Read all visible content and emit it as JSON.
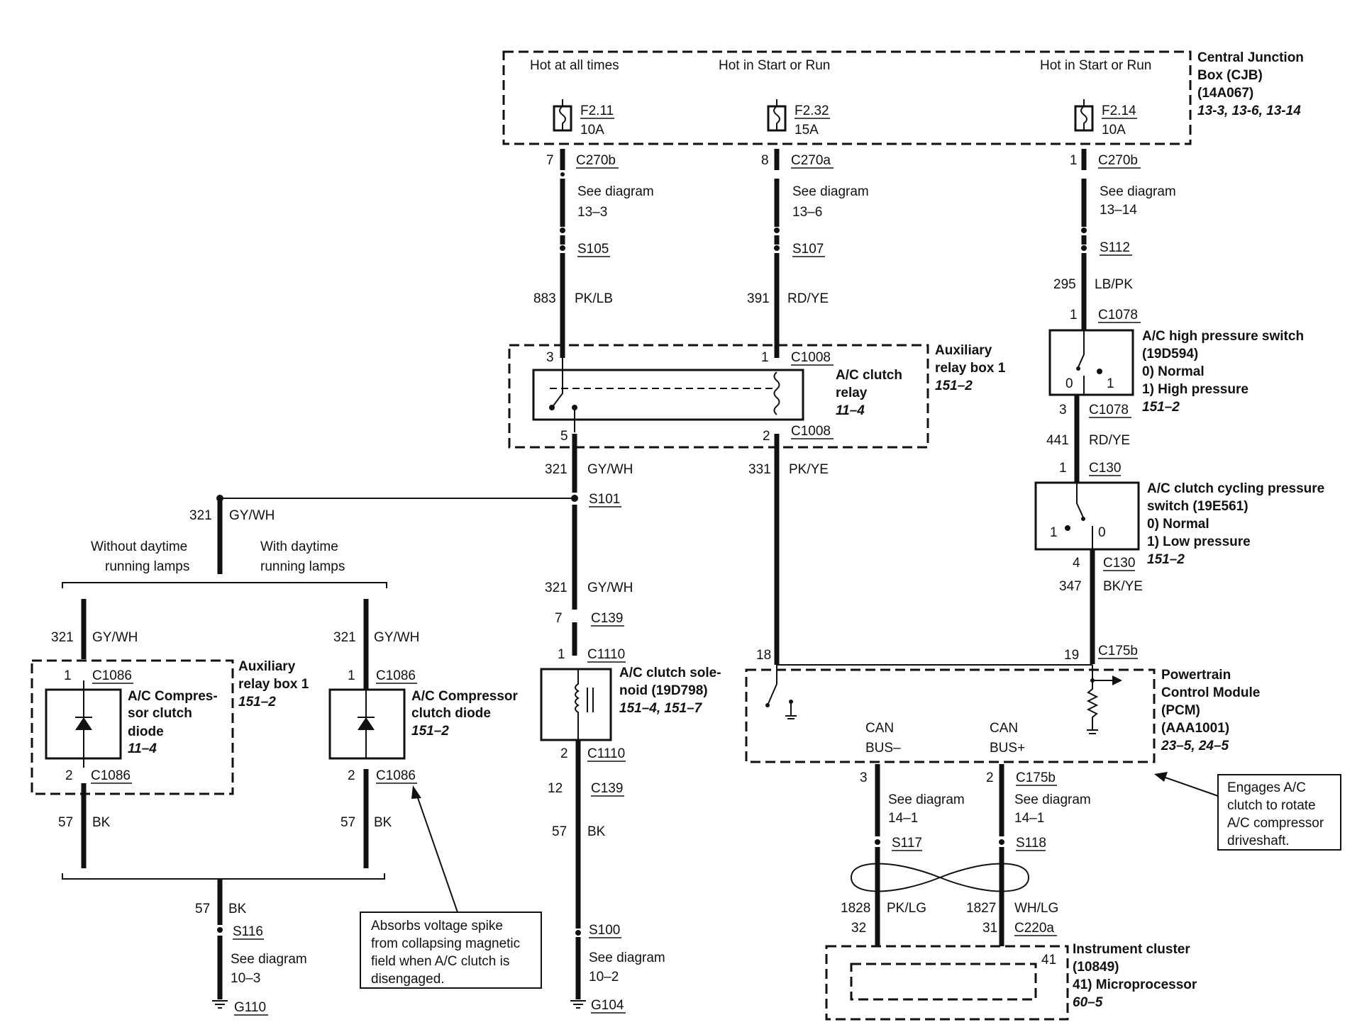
{
  "cjb": {
    "t1": "Central Junction",
    "t2": "Box (CJB)",
    "t3": "(14A067)",
    "t4": "13-3, 13-6, 13-14"
  },
  "supply": [
    "Hot at all times",
    "Hot in Start or Run",
    "Hot in Start or Run"
  ],
  "fuses": [
    {
      "id": "F2.11",
      "amp": "10A"
    },
    {
      "id": "F2.32",
      "amp": "15A"
    },
    {
      "id": "F2.14",
      "amp": "10A"
    }
  ],
  "col1": {
    "pin": "7",
    "conn": "C270b",
    "see1": "See diagram",
    "see2": "13–3",
    "splice": "S105",
    "circ": "883",
    "color": "PK/LB"
  },
  "col2": {
    "pin": "8",
    "conn": "C270a",
    "see1": "See diagram",
    "see2": "13–6",
    "splice": "S107",
    "circ": "391",
    "color": "RD/YE"
  },
  "col3": {
    "pin": "1",
    "conn": "C270b",
    "see1": "See diagram",
    "see2": "13–14",
    "splice": "S112",
    "circ": "295",
    "color": "LB/PK"
  },
  "relaybox": {
    "pin3": "3",
    "pin1": "1",
    "conn_top": "C1008",
    "pin5": "5",
    "pin2": "2",
    "conn_bot": "C1008",
    "relay1": "A/C clutch",
    "relay2": "relay",
    "relay3": "11–4",
    "box1": "Auxiliary",
    "box2": "relay box 1",
    "box3": "151–2"
  },
  "hps": {
    "pin1": "1",
    "conn1": "C1078",
    "t1": "A/C high pressure switch",
    "t2": "(19D594)",
    "s0": "0)    Normal",
    "s1": "1)    High pressure",
    "ref": "151–2",
    "p0": "0",
    "p1": "1",
    "pin3": "3",
    "conn3": "C1078",
    "circ": "441",
    "color": "RD/YE"
  },
  "cps": {
    "pin1": "1",
    "conn1": "C130",
    "t1": "A/C clutch cycling pressure",
    "t2": "switch (19E561)",
    "s0": "0)    Normal",
    "s1": "1)    Low pressure",
    "ref": "151–2",
    "p0": "0",
    "p1": "1",
    "pin4": "4",
    "conn4": "C130",
    "circ": "347",
    "color": "BK/YE"
  },
  "pcm": {
    "pin18": "18",
    "pin19": "19",
    "conn": "C175b",
    "t1": "Powertrain",
    "t2": "Control Module",
    "t3": "(PCM)",
    "t4": "(AAA1001)",
    "t5": "23–5, 24–5",
    "can1": "CAN",
    "can1b": "BUS–",
    "can2": "CAN",
    "can2b": "BUS+"
  },
  "can": {
    "pin3": "3",
    "pin2": "2",
    "conn": "C175b",
    "seeA1": "See diagram",
    "seeA2": "14–1",
    "seeB1": "See diagram",
    "seeB2": "14–1",
    "spA": "S117",
    "spB": "S118",
    "circA": "1828",
    "colA": "PK/LG",
    "circB": "1827",
    "colB": "WH/LG",
    "pinA": "32",
    "pinB": "31",
    "conn2": "C220a"
  },
  "ic": {
    "t1": "Instrument cluster",
    "t2": "(10849)",
    "t3": "41) Microprocessor",
    "t4": "60–5",
    "pin": "41"
  },
  "note_pcm": [
    "Engages A/C",
    "clutch to rotate",
    "A/C compressor",
    "driveshaft."
  ],
  "mid": {
    "circ321": "321",
    "color321": "GY/WH",
    "splice": "S101",
    "circ331": "331",
    "color331": "PK/YE"
  },
  "sol": {
    "circ": "321",
    "color": "GY/WH",
    "pin7": "7",
    "conn139": "C139",
    "pin1": "1",
    "conn1110": "C1110",
    "t1": "A/C clutch sole-",
    "t2": "noid (19D798)",
    "t3": "151–4, 151–7",
    "pin2": "2",
    "conn1110b": "C1110",
    "pin12": "12",
    "conn139b": "C139",
    "circ57": "57",
    "color57": "BK",
    "splice": "S100",
    "see1": "See diagram",
    "see2": "10–2",
    "ground": "G104"
  },
  "left": {
    "circ": "321",
    "color": "GY/WH",
    "opt1a": "Without daytime",
    "opt1b": "running lamps",
    "opt2a": "With daytime",
    "opt2b": "running lamps"
  },
  "diodeA": {
    "circ": "321",
    "color": "GY/WH",
    "pin1": "1",
    "conn": "C1086",
    "t1": "A/C Compres-",
    "t2": "sor clutch",
    "t3": "diode",
    "t4": "11–4",
    "box1": "Auxiliary",
    "box2": "relay box 1",
    "box3": "151–2",
    "pin2": "2",
    "conn2": "C1086",
    "circ57": "57",
    "color57": "BK"
  },
  "diodeB": {
    "circ": "321",
    "color": "GY/WH",
    "pin1": "1",
    "conn": "C1086",
    "t1": "A/C Compressor",
    "t2": "clutch diode",
    "t3": "151–2",
    "pin2": "2",
    "conn2": "C1086",
    "circ57": "57",
    "color57": "BK"
  },
  "gnd": {
    "circ": "57",
    "color": "BK",
    "splice": "S116",
    "see1": "See diagram",
    "see2": "10–3",
    "ground": "G110"
  },
  "note_diode": [
    "Absorbs voltage spike",
    "from collapsing magnetic",
    "field when A/C clutch is",
    "disengaged."
  ]
}
